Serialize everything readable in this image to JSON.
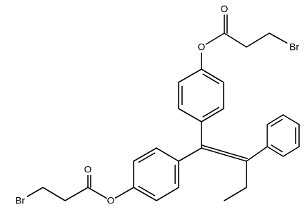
{
  "structure": {
    "atom_labels": {
      "top_carbonyl_oxygen": "O",
      "top_ester_oxygen": "O",
      "top_bromine": "Br",
      "bottom_carbonyl_oxygen": "O",
      "bottom_ester_oxygen": "O",
      "bottom_bromine": "Br"
    }
  },
  "colors": {
    "bond": "#000000",
    "label": "#000000",
    "background": "#ffffff"
  }
}
